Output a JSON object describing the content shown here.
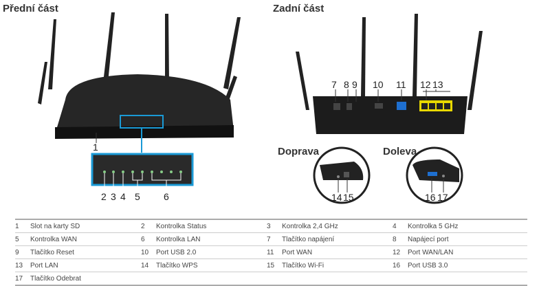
{
  "sections": {
    "front_title": "Přední část",
    "back_title": "Zadní část",
    "right_label": "Doprava",
    "left_label": "Doleva"
  },
  "callouts": {
    "front": [
      "1",
      "2",
      "3",
      "4",
      "5",
      "6"
    ],
    "back": [
      "7",
      "8",
      "9",
      "10",
      "11",
      "12",
      "13"
    ],
    "right": [
      "14",
      "15"
    ],
    "left": [
      "16",
      "17"
    ]
  },
  "legend": [
    {
      "num": "1",
      "label": "Slot na karty SD"
    },
    {
      "num": "2",
      "label": "Kontrolka Status"
    },
    {
      "num": "3",
      "label": "Kontrolka 2,4 GHz"
    },
    {
      "num": "4",
      "label": "Kontrolka 5 GHz"
    },
    {
      "num": "5",
      "label": "Kontrolka WAN"
    },
    {
      "num": "6",
      "label": "Kontrolka LAN"
    },
    {
      "num": "7",
      "label": "Tlačítko napájení"
    },
    {
      "num": "8",
      "label": "Napájecí port"
    },
    {
      "num": "9",
      "label": "Tlačítko Reset"
    },
    {
      "num": "10",
      "label": "Port USB 2.0"
    },
    {
      "num": "11",
      "label": "Port WAN"
    },
    {
      "num": "12",
      "label": "Port WAN/LAN"
    },
    {
      "num": "13",
      "label": "Port LAN"
    },
    {
      "num": "14",
      "label": "Tlačítko WPS"
    },
    {
      "num": "15",
      "label": "Tlačítko Wi-Fi"
    },
    {
      "num": "16",
      "label": "Port USB 3.0"
    },
    {
      "num": "17",
      "label": "Tlačítko Odebrat"
    }
  ],
  "colors": {
    "callout": "#1a9ad6",
    "lan_port": "#e8d800",
    "wan_port": "#1e6fd0",
    "router": "#1c1c1c"
  }
}
